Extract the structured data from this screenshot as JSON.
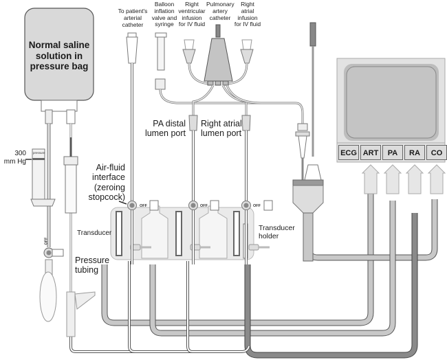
{
  "title": "Hemodynamic pressure monitoring system setup",
  "bag": {
    "label": "Normal saline solution in pressure bag",
    "lines": [
      "Normal saline",
      "solution in",
      "pressure bag"
    ],
    "gauge_marking": "pressure"
  },
  "labels": {
    "pressure_300": [
      "300",
      "mm Hg"
    ],
    "arterial_catheter": [
      "To patient's",
      "arterial",
      "catheter"
    ],
    "balloon": [
      "Balloon",
      "inflation",
      "valve and",
      "syringe"
    ],
    "rv_infusion": [
      "Right",
      "ventricular",
      "infusion",
      "for IV fluid"
    ],
    "pa_catheter": [
      "Pulmonary",
      "artery",
      "catheter"
    ],
    "ra_infusion": [
      "Right",
      "atrial",
      "infusion",
      "for IV fluid"
    ],
    "pa_distal": [
      "PA distal",
      "lumen port"
    ],
    "ra_lumen": [
      "Right atrial",
      "lumen port"
    ],
    "air_fluid": [
      "Air-fluid",
      "interface",
      "(zeroing",
      "stopcock)"
    ],
    "transducer": "Transducer",
    "transducer_holder": [
      "Transducer",
      "holder"
    ],
    "pressure_tubing": [
      "Pressure",
      "tubing"
    ]
  },
  "stopcock_state": "OFF",
  "monitor": {
    "ports": [
      "ECG",
      "ART",
      "PA",
      "RA",
      "CO"
    ]
  },
  "colors": {
    "outline": "#555555",
    "bag_fill": "#d9d9d9",
    "light_fill": "#ececec",
    "mid_fill": "#c8c8c8",
    "dark_fill": "#8a8a8a",
    "screen_fill": "#c4c4c4"
  }
}
